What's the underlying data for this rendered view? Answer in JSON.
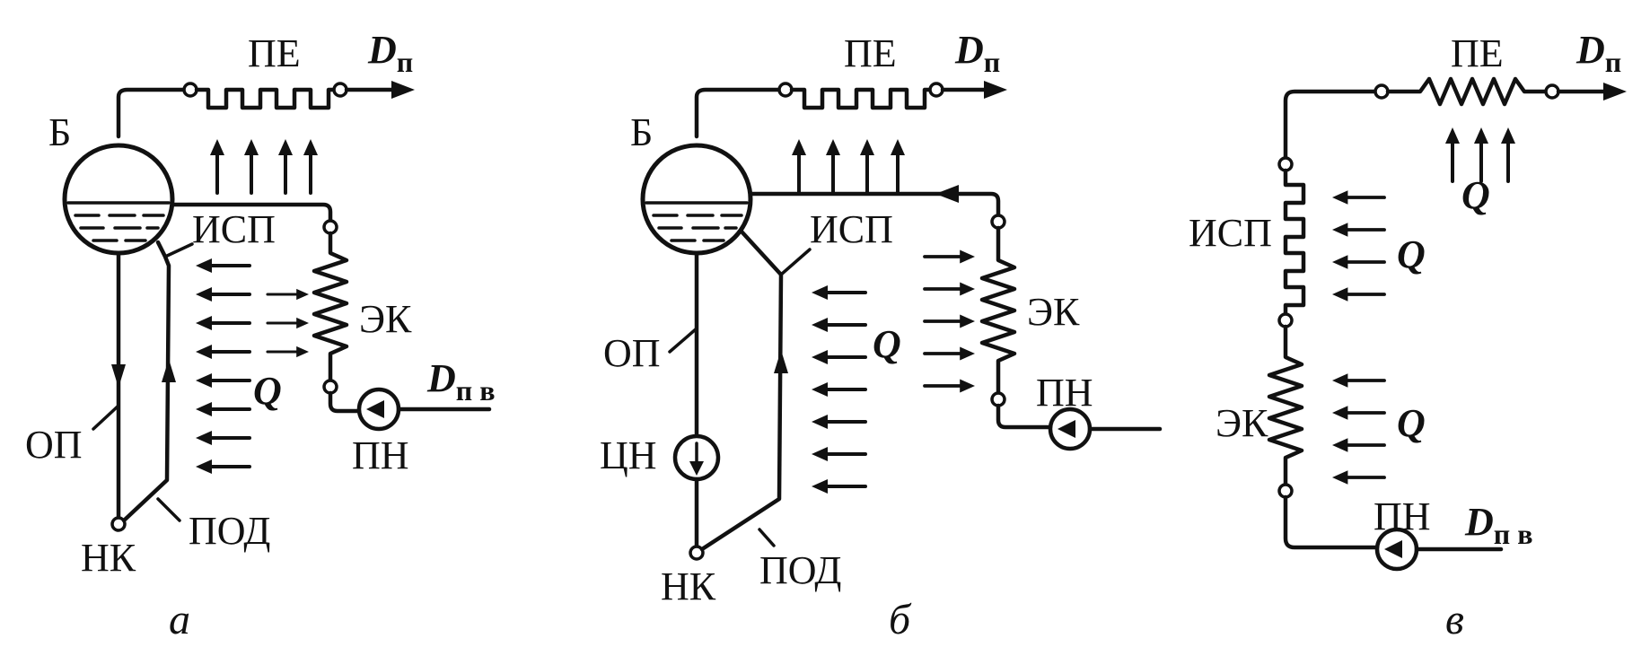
{
  "labels": {
    "drum": "Б",
    "superheater": "ПЕ",
    "evaporator": "ИСП",
    "economizer": "ЭК",
    "feed_pump": "ПН",
    "downcomer": "ОП",
    "lower_collector": "НК",
    "riser": "ПОД",
    "circ_pump": "ЦН",
    "heat": "Q",
    "steam_flow_main": "D",
    "steam_flow_sub": "п",
    "feed_flow_main": "D",
    "feed_flow_sub": "п в"
  },
  "captions": {
    "a": "а",
    "b": "б",
    "c": "в"
  }
}
